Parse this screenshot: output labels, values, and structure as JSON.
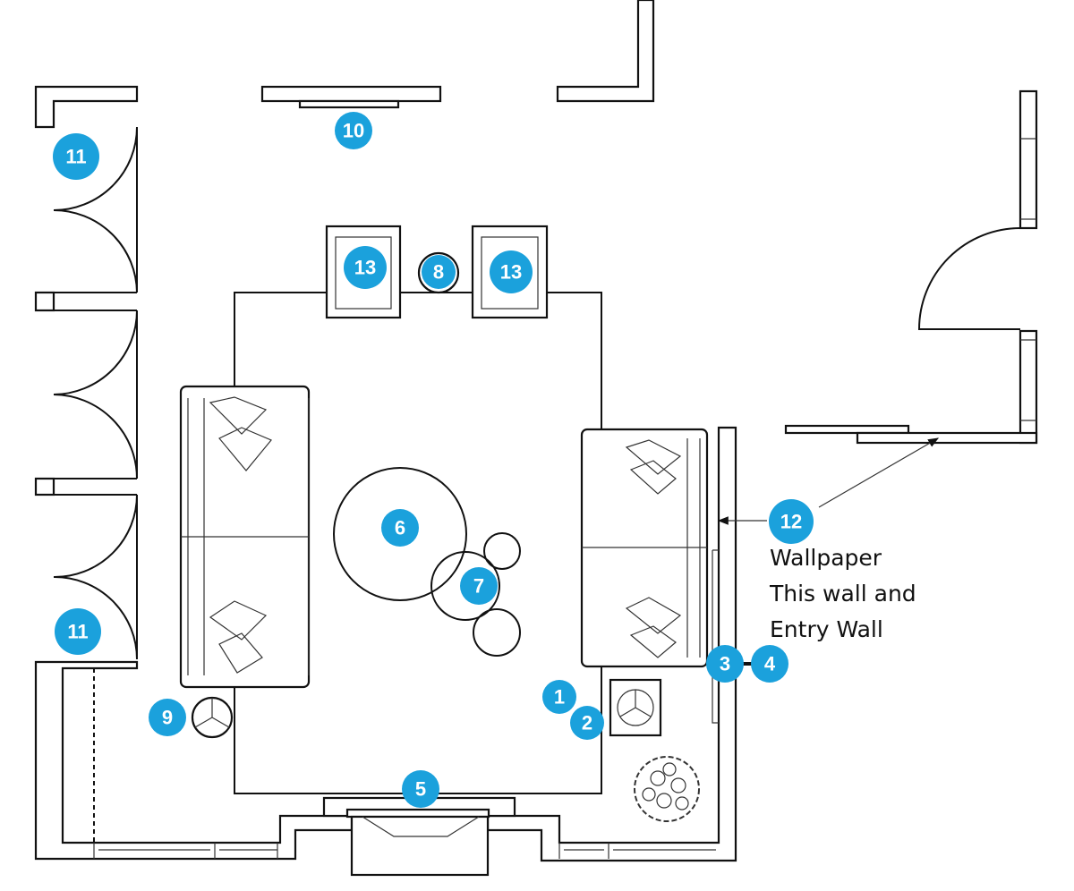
{
  "badge_color": "#1ba1dc",
  "labels": {
    "front_doors_top": "11",
    "front_doors_bottom": "11",
    "top_wall_item": "10",
    "accent_chair_left": "13",
    "accent_chair_right": "13",
    "side_table": "8",
    "coffee_table": "6",
    "nesting_tables": "7",
    "wallpaper_wall": "12",
    "item_3": "3",
    "item_4": "4",
    "item_1": "1",
    "item_2": "2",
    "floor_lamp": "9",
    "console": "5"
  },
  "annotation": {
    "line1": "Wallpaper",
    "line2": "This wall and",
    "line3": "Entry Wall"
  }
}
